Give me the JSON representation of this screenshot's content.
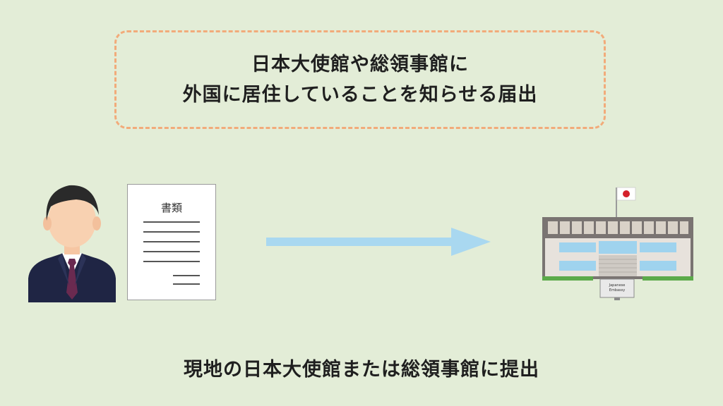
{
  "callout": {
    "line1": "日本大使館や総領事館に",
    "line2": "外国に居住していることを知らせる届出"
  },
  "document": {
    "title": "書類"
  },
  "building": {
    "sign": "Japanese\nEmbassy"
  },
  "caption": "現地の日本大使館または総領事館に提出",
  "colors": {
    "background": "#e3edd7",
    "callout_border": "#f2ab7a",
    "arrow": "#a9d8f0",
    "suit": "#1f2544",
    "tie": "#6a2a50"
  },
  "icons": [
    "person-icon",
    "document-icon",
    "arrow-icon",
    "embassy-building-icon",
    "japan-flag-icon"
  ]
}
